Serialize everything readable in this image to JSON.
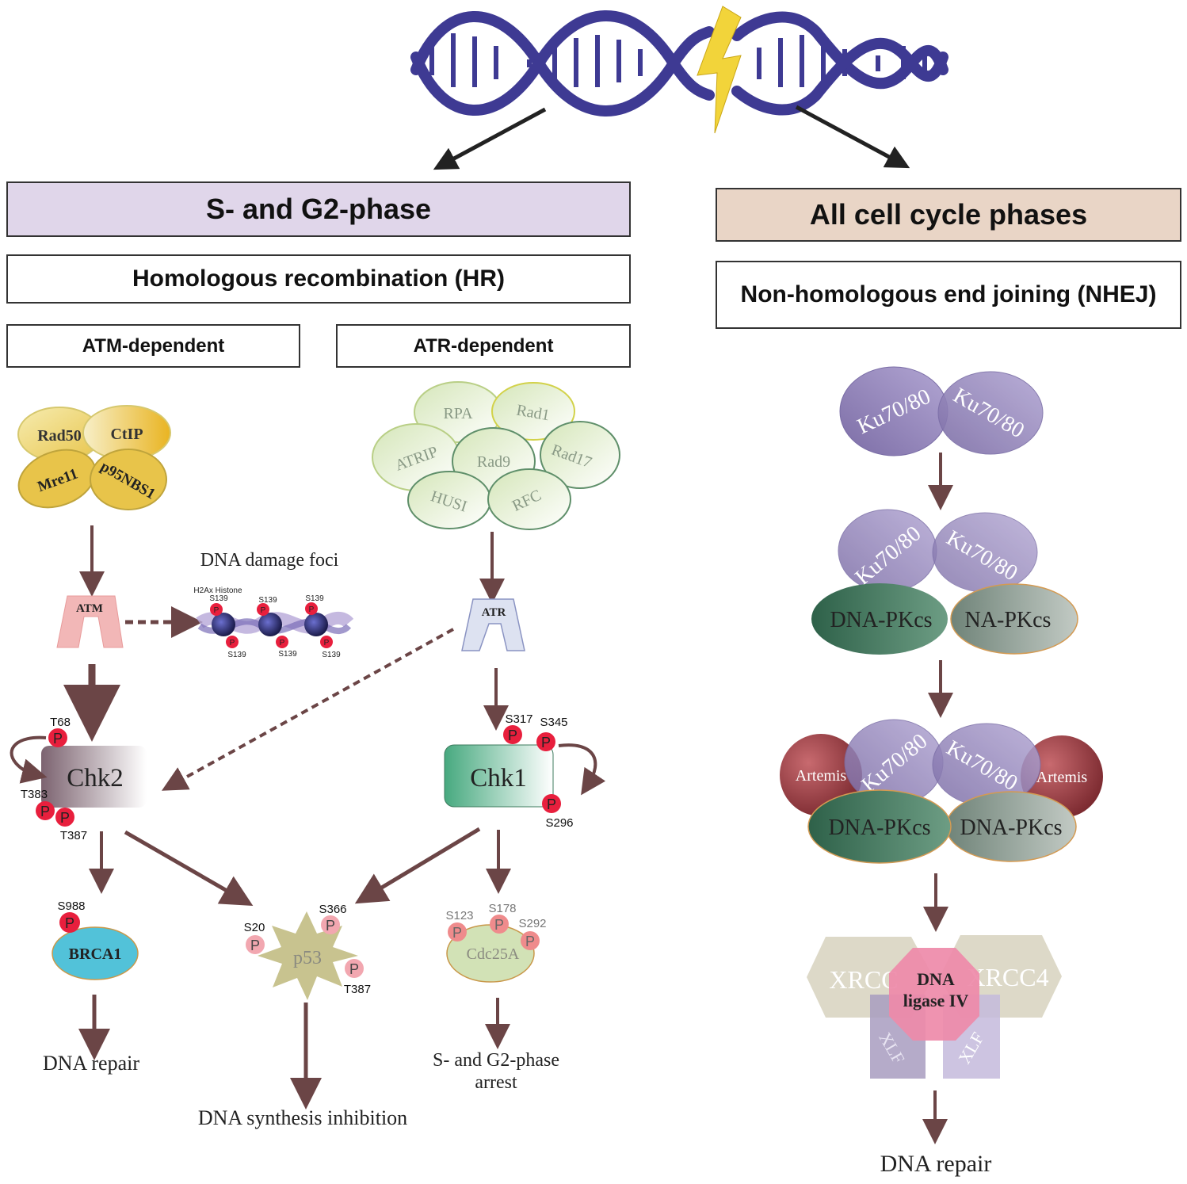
{
  "colors": {
    "dna": "#3e3a93",
    "bolt": "#f2d43a",
    "arrow": "#6b4546",
    "s_g2_header_bg": "#e0d6ea",
    "all_phases_header_bg": "#e9d5c6",
    "phospho": "#e81f3d",
    "phospho_light": "#f2a7b0"
  },
  "headers": {
    "s_g2_phase": "S- and G2-phase",
    "all_phases": "All cell cycle phases",
    "hr": "Homologous recombination (HR)",
    "nhej": "Non-homologous end joining (NHEJ)",
    "atm_dependent": "ATM-dependent",
    "atr_dependent": "ATR-dependent"
  },
  "mrn_complex": {
    "rad50": "Rad50",
    "ctip": "CtIP",
    "mre11": "Mre11",
    "nbs1": "p95NBS1"
  },
  "atr_complex": {
    "rpa": "RPA",
    "rad1": "Rad1",
    "atrip": "ATRIP",
    "rad9": "Rad9",
    "rad17": "Rad17",
    "husi": "HUSI",
    "rfc": "RFC"
  },
  "kinases": {
    "atm": "ATM",
    "atr": "ATR",
    "chk2": "Chk2",
    "chk1": "Chk1"
  },
  "foci": {
    "title": "DNA damage foci",
    "histone_label": "H2Ax Histone",
    "site_label": "S139"
  },
  "phospho_sites": {
    "p": "P",
    "chk2_t68": "T68",
    "chk2_t383": "T383",
    "chk2_t387": "T387",
    "chk1_s317": "S317",
    "chk1_s345": "S345",
    "chk1_s296": "S296",
    "brca1_s988": "S988",
    "p53_s20": "S20",
    "p53_s366": "S366",
    "p53_t387": "T387",
    "cdc_s123": "S123",
    "cdc_s178": "S178",
    "cdc_s292": "S292"
  },
  "targets": {
    "brca1": "BRCA1",
    "p53": "p53",
    "cdc25a": "Cdc25A"
  },
  "outcomes": {
    "dna_repair_left": "DNA repair",
    "synthesis_inhibition": "DNA synthesis inhibition",
    "arrest_line1": "S- and G2-phase",
    "arrest_line2": "arrest",
    "dna_repair_right": "DNA repair"
  },
  "nhej": {
    "ku": "Ku70/80",
    "dnapkcs": "DNA-PKcs",
    "dnapkcs_partial": "NA-PKcs",
    "artemis": "Artemis",
    "xrcc4": "XRCC4",
    "xrcc4_partial": "XRCC",
    "ligase_line1": "DNA",
    "ligase_line2": "ligase IV",
    "xlf": "XLF"
  }
}
